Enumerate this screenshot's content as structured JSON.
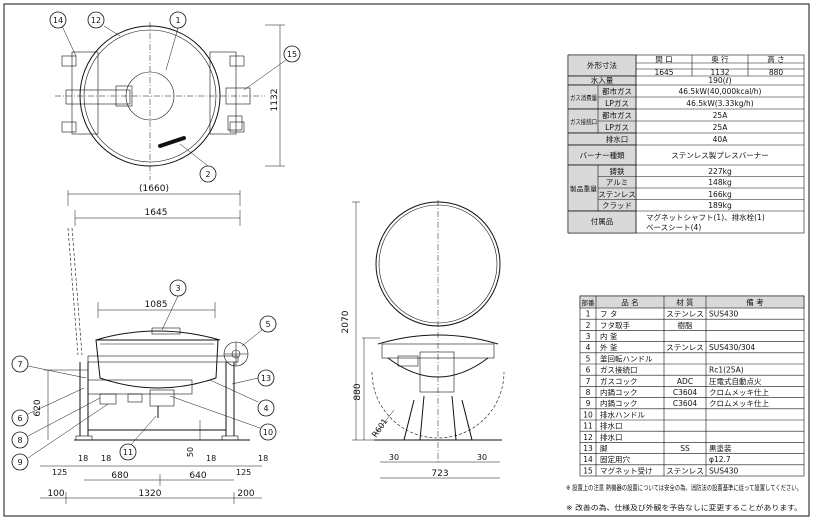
{
  "callouts": [
    "1",
    "2",
    "3",
    "4",
    "5",
    "6",
    "7",
    "8",
    "9",
    "10",
    "11",
    "12",
    "13",
    "14",
    "15"
  ],
  "dimensions": {
    "top_height": "1132",
    "overall_paren": "(1660)",
    "overall_width": "1645",
    "pan_width": "1085",
    "height_620": "620",
    "height_50": "50",
    "dim_125a": "125",
    "dim_125b": "125",
    "dim_18a": "18",
    "dim_18b": "18",
    "dim_18c": "18",
    "dim_18d": "18",
    "dim_680": "680",
    "dim_640": "640",
    "dim_100": "100",
    "dim_1320": "1320",
    "dim_200": "200",
    "side_2070": "2070",
    "side_880": "880",
    "side_r": "R601",
    "side_30a": "30",
    "side_30b": "30",
    "side_723": "723"
  },
  "spec_table": {
    "size_label": "外形寸法",
    "col_w": "間 口",
    "col_d": "奥 行",
    "col_h": "高 さ",
    "val_w": "1645",
    "val_d": "1132",
    "val_h": "880",
    "water_label": "水入量",
    "water_val": "190(ℓ)",
    "gas_cons_label": "ガス消費量",
    "town_gas": "都市ガス",
    "lp_gas": "LPガス",
    "town_cons": "46.5kW(40,000kcal/h)",
    "lp_cons": "46.5kW(3.33kg/h)",
    "gas_conn_label": "ガス接続口",
    "town_conn": "25A",
    "lp_conn": "25A",
    "drain_label": "排水口",
    "drain_val": "40A",
    "burner_label": "バーナー種類",
    "burner_val": "ステンレス製プレスバーナー",
    "weight_label": "製品重量",
    "w_cast": "鋳鉄",
    "w_alu": "アルミ",
    "w_ss": "ステンレス",
    "w_clad": "クラッド",
    "v_cast": "227kg",
    "v_alu": "148kg",
    "v_ss": "166kg",
    "v_clad": "189kg",
    "acc_label": "付属品",
    "acc_line1": "マグネットシャフト(1)、排水栓(1)",
    "acc_line2": "ベースシート(4)"
  },
  "parts_table": {
    "headers": [
      "部番",
      "品 名",
      "材 質",
      "備 考"
    ],
    "rows": [
      [
        "1",
        "フ タ",
        "ステンレス",
        "SUS430"
      ],
      [
        "2",
        "フタ取手",
        "樹脂",
        ""
      ],
      [
        "3",
        "内 釜",
        "",
        ""
      ],
      [
        "4",
        "外 釜",
        "ステンレス",
        "SUS430/304"
      ],
      [
        "5",
        "釜回転ハンドル",
        "",
        ""
      ],
      [
        "6",
        "ガス接続口",
        "",
        "Rc1(25A)"
      ],
      [
        "7",
        "ガスコック",
        "ADC",
        "圧電式自動点火"
      ],
      [
        "8",
        "内鍋コック",
        "C3604",
        "クロムメッキ仕上"
      ],
      [
        "9",
        "内鍋コック",
        "C3604",
        "クロムメッキ仕上"
      ],
      [
        "10",
        "排水ハンドル",
        "",
        ""
      ],
      [
        "11",
        "排水口",
        "",
        ""
      ],
      [
        "12",
        "排水口",
        "",
        ""
      ],
      [
        "13",
        "脚",
        "SS",
        "黒塗装"
      ],
      [
        "14",
        "固定用穴",
        "",
        "φ12.7"
      ],
      [
        "15",
        "マグネット受け",
        "ステンレス",
        "SUS430"
      ]
    ]
  },
  "notes": [
    "※ 設置上の注意 熱機器の設置については安全の為、消防法の設置基準に従って設置してください。",
    "※ 改善の為、仕様及び外観を予告なしに変更することがあります。"
  ]
}
